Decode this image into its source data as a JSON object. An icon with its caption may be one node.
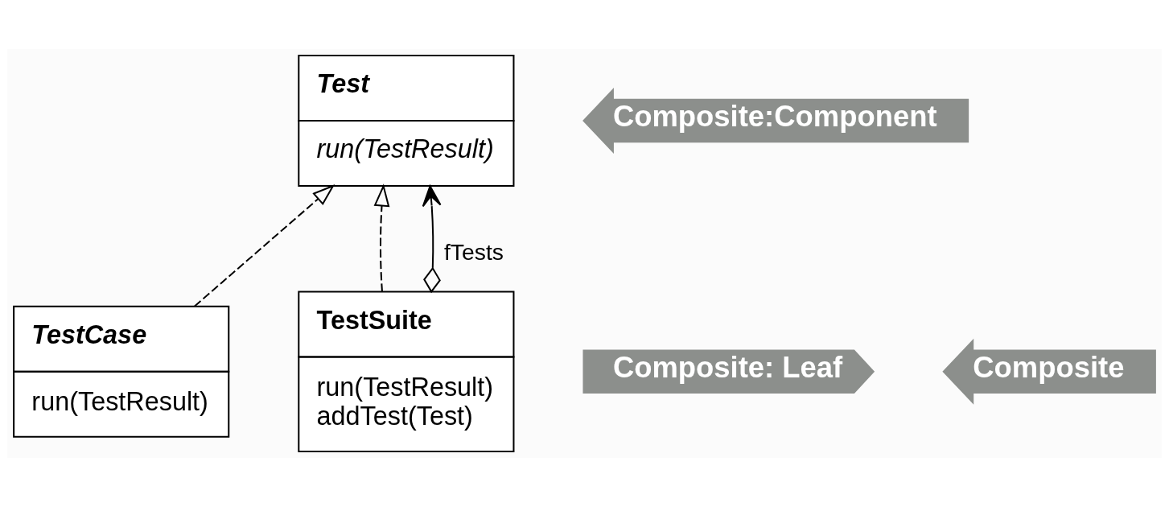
{
  "diagram": {
    "nodes": [
      {
        "text": [
          "Test",
          "run(TestResult)"
        ]
      },
      {
        "text": [
          "TestCase",
          "run(TestResult)"
        ]
      },
      {
        "text": [
          "TestSuite",
          "run(TestResult) addTest(Test)"
        ]
      },
      {
        "text": [
          "Composite:Component"
        ]
      },
      {
        "text": [
          "Composite: Leaf"
        ]
      },
      {
        "text": [
          "Composite"
        ]
      }
    ],
    "edges": [
      {
        "from": 1,
        "to": 0,
        "arrow": "to",
        "style": "dashed"
      },
      {
        "from": 2,
        "to": 0,
        "arrow": "to",
        "style": "dashed"
      },
      {
        "from": 2,
        "to": 0,
        "arrow": "to",
        "label": "fTests"
      }
    ]
  }
}
